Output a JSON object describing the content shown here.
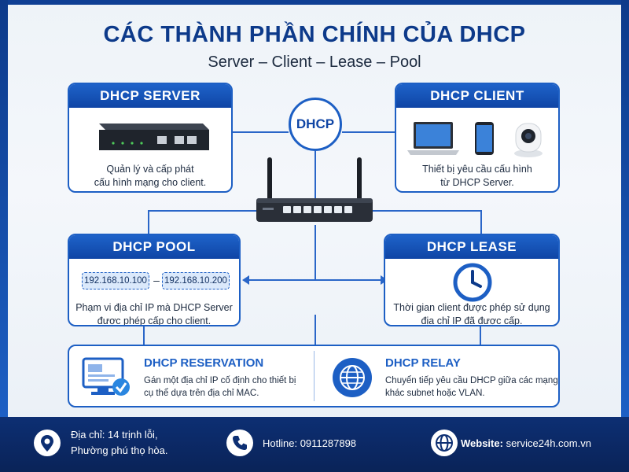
{
  "header": {
    "title": "CÁC THÀNH PHẦN CHÍNH CỦA DHCP",
    "subtitle": "Server – Client – Lease – Pool"
  },
  "center": {
    "hub_label": "DHCP"
  },
  "server": {
    "title": "DHCP SERVER",
    "text_line1": "Quản lý và cấp phát",
    "text_line2": "cấu hình mạng cho client."
  },
  "client": {
    "title": "DHCP CLIENT",
    "text_line1": "Thiết bị yêu cầu cấu hình",
    "text_line2": "từ DHCP Server."
  },
  "pool": {
    "title": "DHCP POOL",
    "ip_start": "192.168.10.100",
    "ip_separator": "–",
    "ip_end": "192.168.10.200",
    "text_line1": "Phạm vi địa chỉ IP mà DHCP Server",
    "text_line2": "được phép cấp cho client."
  },
  "lease": {
    "title": "DHCP LEASE",
    "text_line1": "Thời gian client được phép sử dụng",
    "text_line2": "địa chỉ IP đã được cấp."
  },
  "reservation": {
    "title": "DHCP RESERVATION",
    "text_line1": "Gán một địa chỉ IP cố định cho thiết bị",
    "text_line2": "cụ thể dựa trên địa chỉ MAC."
  },
  "relay": {
    "title": "DHCP RELAY",
    "text_line1": "Chuyển tiếp yêu cầu DHCP giữa các mạng",
    "text_line2": "khác subnet hoặc VLAN."
  },
  "footer": {
    "address_line1": "Địa chỉ: 14 trịnh lỗi,",
    "address_line2": "Phường phú thọ hòa.",
    "hotline": "Hotline: 0911287898",
    "website_label": "Website:",
    "website_value": "service24h.com.vn"
  },
  "icons": {
    "server": "server-device-icon",
    "laptop": "laptop-icon",
    "phone": "smartphone-icon",
    "camera": "camera-icon",
    "router": "router-icon",
    "clock": "clock-icon",
    "monitor": "monitor-check-icon",
    "globe": "globe-network-icon",
    "location": "location-pin-icon",
    "phone_call": "phone-call-icon",
    "website": "globe-icon"
  },
  "colors": {
    "primary": "#1d5fc4",
    "dark_navy": "#0d3a8a",
    "footer_bg": "#0a2358"
  }
}
